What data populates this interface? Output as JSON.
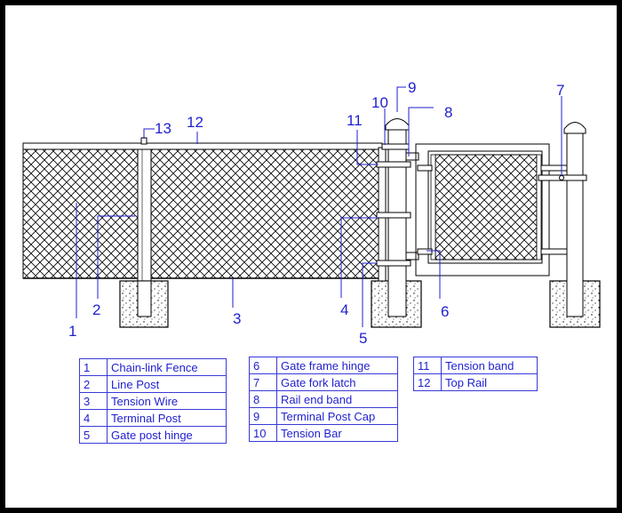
{
  "callouts": {
    "c1": "1",
    "c2": "2",
    "c3": "3",
    "c4": "4",
    "c5": "5",
    "c6": "6",
    "c7": "7",
    "c8": "8",
    "c9": "9",
    "c10": "10",
    "c11": "11",
    "c12": "12",
    "c13": "13"
  },
  "legend": {
    "col1": [
      {
        "num": "1",
        "label": "Chain-link Fence"
      },
      {
        "num": "2",
        "label": "Line Post"
      },
      {
        "num": "3",
        "label": "Tension Wire"
      },
      {
        "num": "4",
        "label": "Terminal Post"
      },
      {
        "num": "5",
        "label": "Gate post hinge"
      }
    ],
    "col2": [
      {
        "num": "6",
        "label": "Gate frame hinge"
      },
      {
        "num": "7",
        "label": "Gate fork latch"
      },
      {
        "num": "8",
        "label": "Rail end band"
      },
      {
        "num": "9",
        "label": "Terminal Post Cap"
      },
      {
        "num": "10",
        "label": "Tension  Bar"
      }
    ],
    "col3": [
      {
        "num": "11",
        "label": "Tension band"
      },
      {
        "num": "12",
        "label": "Top Rail"
      }
    ]
  },
  "colors": {
    "callout": "#1f1fd0",
    "line": "#000000"
  }
}
